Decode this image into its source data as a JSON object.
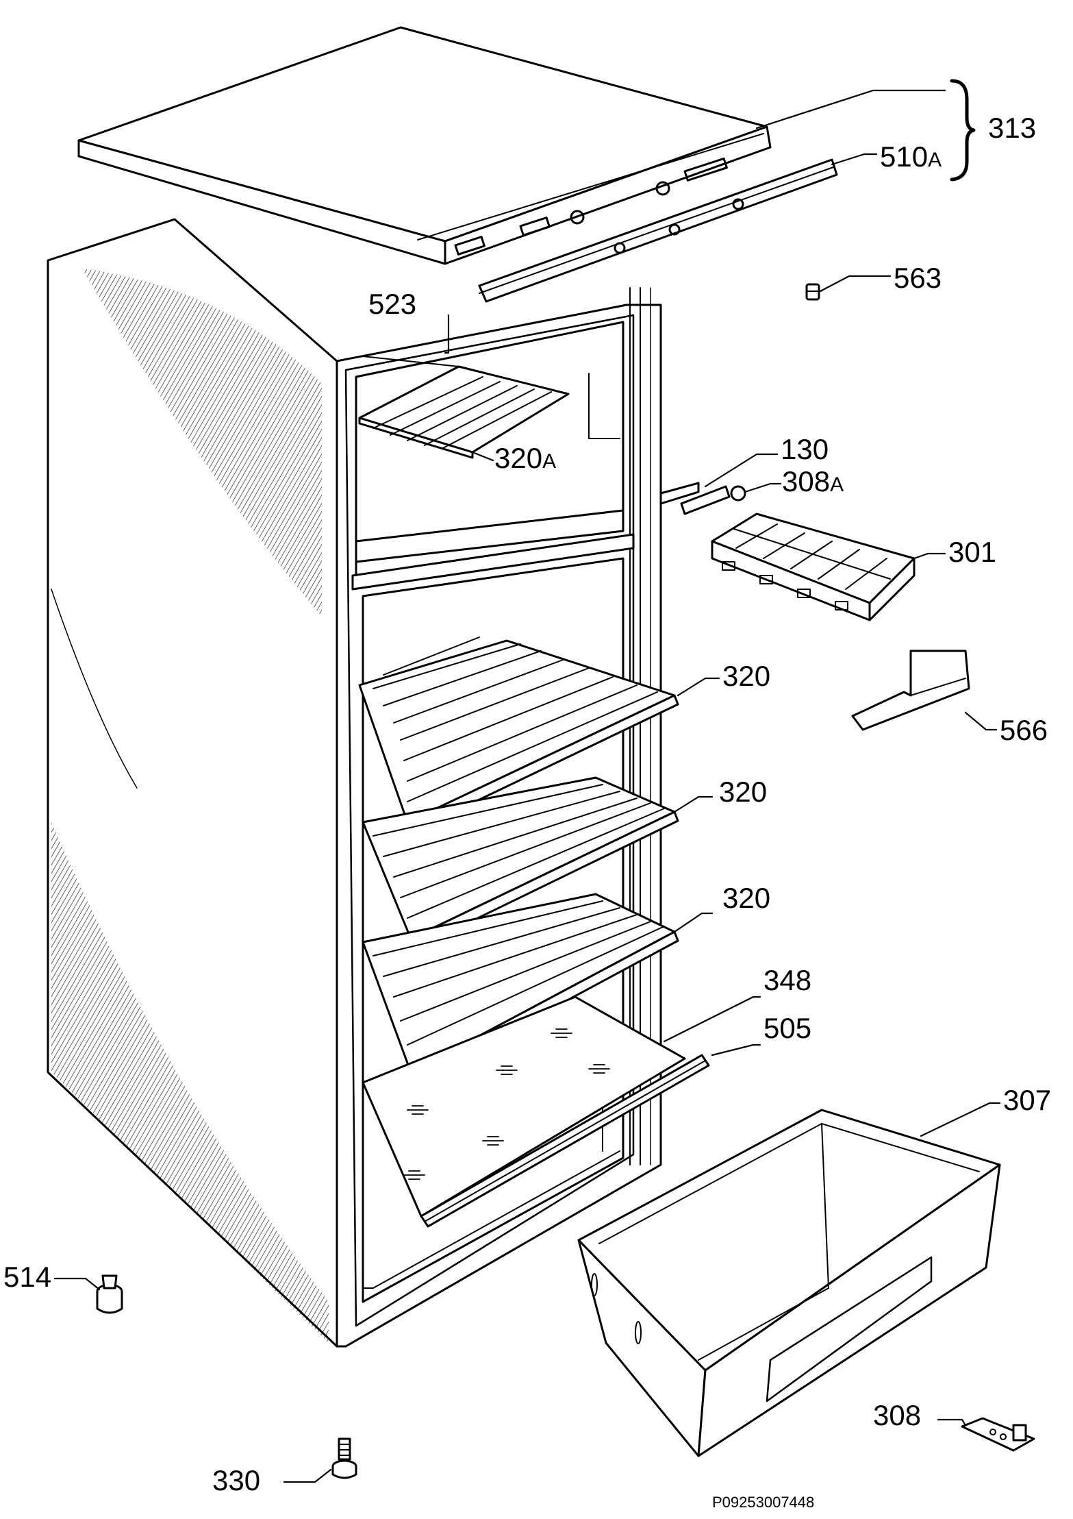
{
  "diagram": {
    "callouts": {
      "c313": "313",
      "c510": "510",
      "c510_suffix": "A",
      "c563": "563",
      "c523": "523",
      "c320a": "320",
      "c320a_suffix": "A",
      "c130": "130",
      "c308a": "308",
      "c308a_suffix": "A",
      "c301": "301",
      "c320_1": "320",
      "c320_2": "320",
      "c320_3": "320",
      "c566": "566",
      "c348": "348",
      "c505": "505",
      "c307": "307",
      "c514": "514",
      "c330": "330",
      "c308": "308"
    },
    "document_code": "P09253007448"
  }
}
